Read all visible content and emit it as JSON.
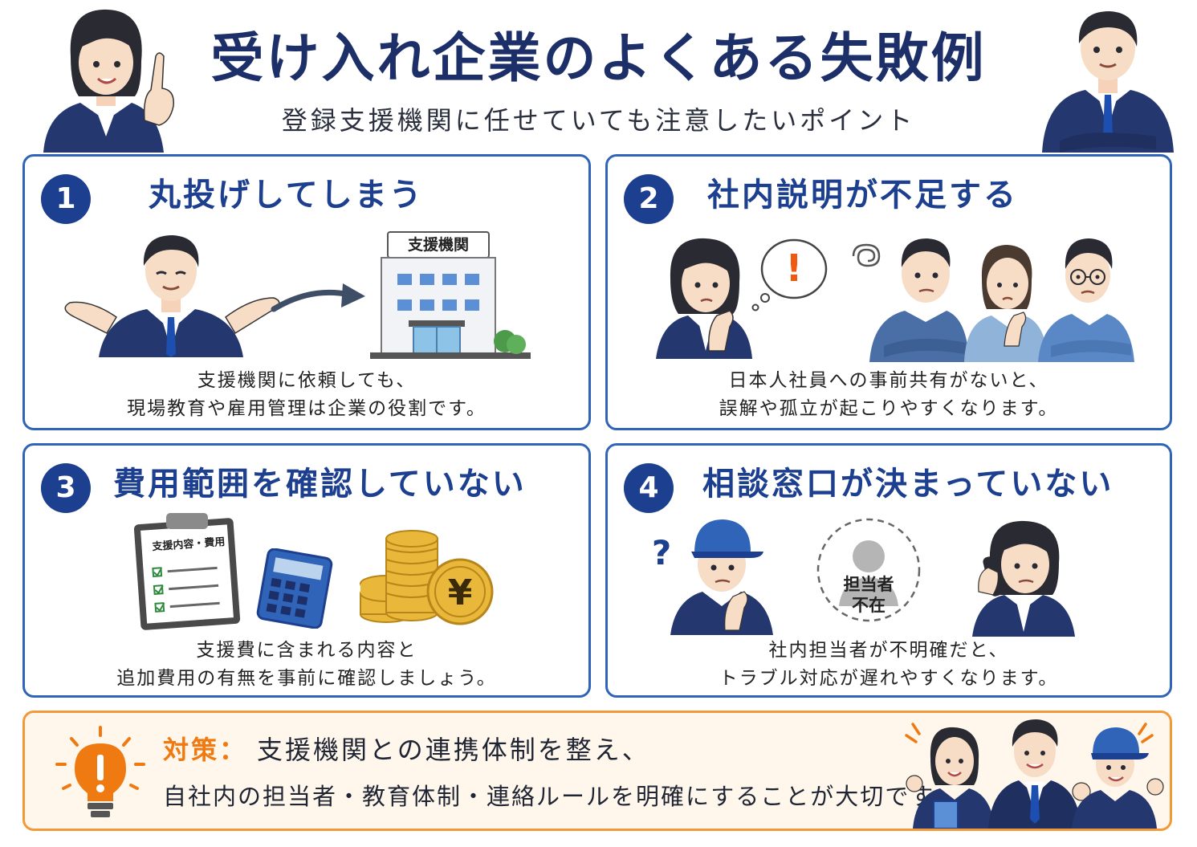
{
  "header": {
    "title": "受け入れ企業のよくある失敗例",
    "subtitle": "登録支援機関に任せていても注意したいポイント"
  },
  "cards": [
    {
      "number": "1",
      "title": "丸投げしてしまう",
      "building_sign": "支援機関",
      "desc_line1": "支援機関に依頼しても、",
      "desc_line2": "現場教育や雇用管理は企業の役割です。"
    },
    {
      "number": "2",
      "title": "社内説明が不足する",
      "bubble_mark": "!",
      "desc_line1": "日本人社員への事前共有がないと、",
      "desc_line2": "誤解や孤立が起こりやすくなります。"
    },
    {
      "number": "3",
      "title": "費用範囲を確認していない",
      "clipboard_label": "支援内容・費用",
      "coin_symbol": "¥",
      "desc_line1": "支援費に含まれる内容と",
      "desc_line2": "追加費用の有無を事前に確認しましょう。"
    },
    {
      "number": "4",
      "title": "相談窓口が決まっていない",
      "question_mark": "?",
      "absent_line1": "担当者",
      "absent_line2": "不在",
      "desc_line1": "社内担当者が不明確だと、",
      "desc_line2": "トラブル対応が遅れやすくなります。"
    }
  ],
  "solution": {
    "label": "対策：",
    "line1": "支援機関との連携体制を整え、",
    "line2": "自社内の担当者・教育体制・連絡ルールを明確にすることが大切です。"
  },
  "colors": {
    "navy": "#1d2f68",
    "card_border": "#2f64b8",
    "number_circle": "#1d3f8f",
    "accent_orange": "#ef7a12",
    "suit_navy": "#24386f"
  },
  "icons": [
    "lightbulb-icon",
    "exclamation-icon",
    "question-icon",
    "arrow-icon",
    "checkbox-icon",
    "yen-coin-icon",
    "phone-icon"
  ]
}
